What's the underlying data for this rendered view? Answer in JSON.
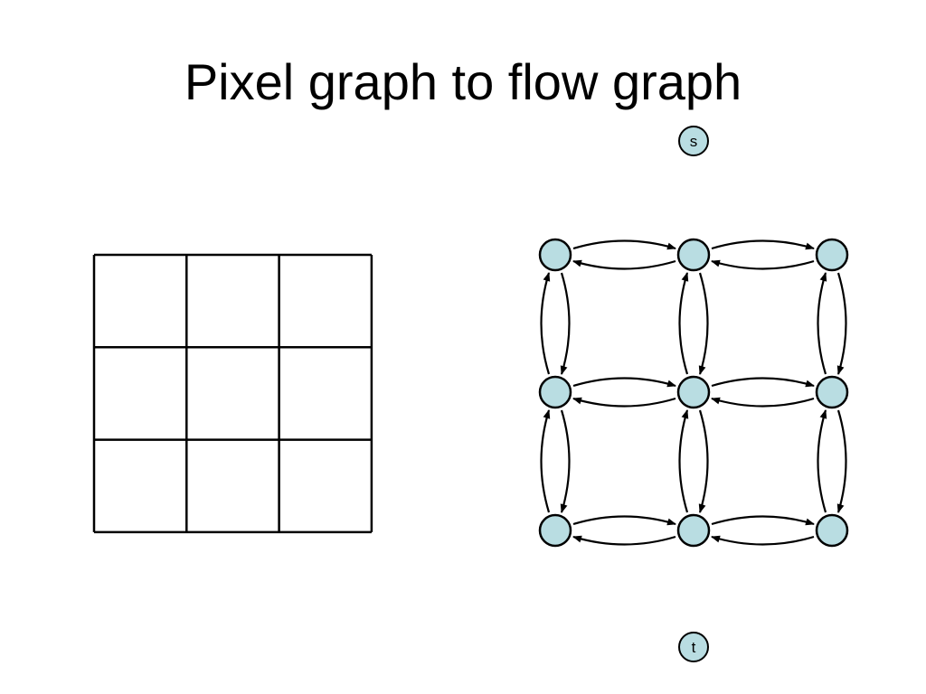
{
  "slide": {
    "title": "Pixel graph to flow graph"
  },
  "colors": {
    "node_fill": "#b9dde2",
    "stroke": "#000000",
    "background": "#ffffff"
  },
  "pixel_grid": {
    "rows": 3,
    "cols": 3
  },
  "flow_graph": {
    "rows": 3,
    "cols": 3,
    "edges": "bidirectional-neighbor-pairs",
    "source": {
      "label": "s"
    },
    "sink": {
      "label": "t"
    }
  }
}
